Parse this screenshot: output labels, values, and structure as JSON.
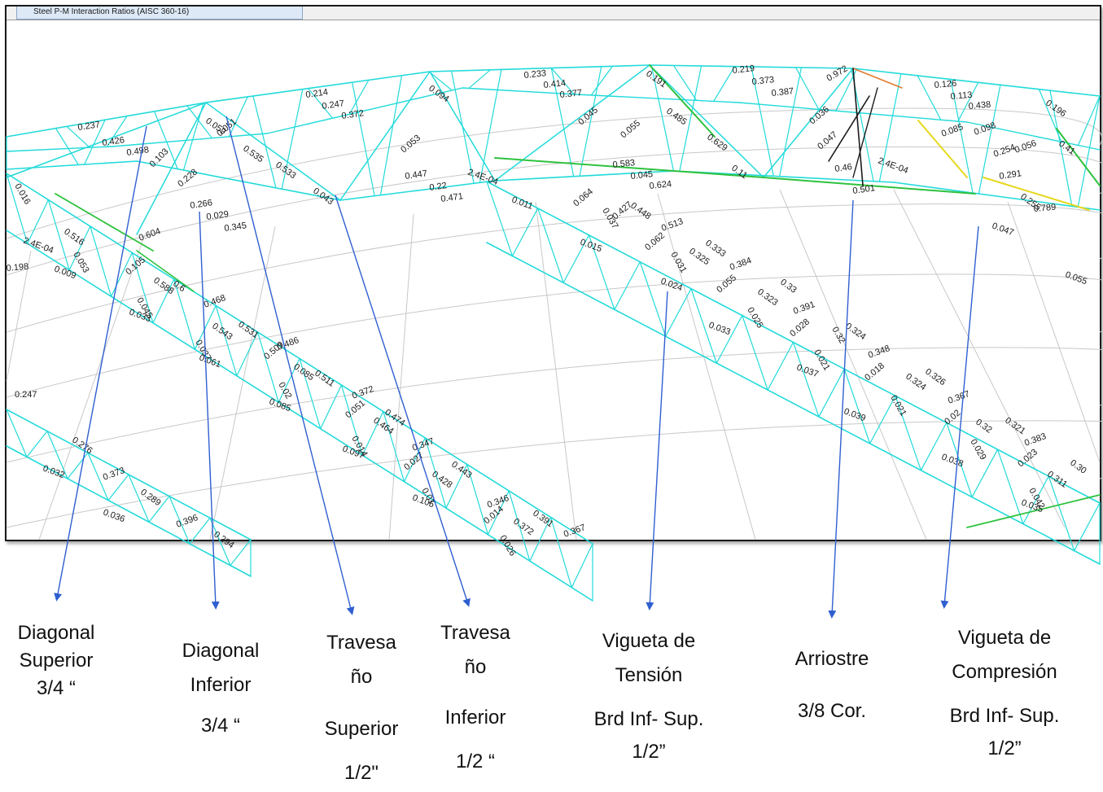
{
  "window": {
    "tab_title": "Steel P-M Interaction Ratios  (AISC 360-16)"
  },
  "colors": {
    "member_low": "#22dada",
    "member_mid": "#2ec23e",
    "member_high": "#e6d81c",
    "member_bracing": "#1a1a1a",
    "grid": "#c8c8c8",
    "callout_arrow": "#2f5fd0"
  },
  "ratio_labels": [
    "0.237",
    "0.426",
    "0.498",
    "0.103",
    "0.214",
    "0.247",
    "0.372",
    "0.059",
    "0.051",
    "0.535",
    "0.533",
    "0.228",
    "0.266",
    "0.029",
    "0.345",
    "0.233",
    "0.414",
    "0.377",
    "0.094",
    "0.045",
    "0.191",
    "0.485",
    "0.629",
    "0.219",
    "0.373",
    "0.387",
    "0.036",
    "0.055",
    "0.053",
    "0.447",
    "0.22",
    "0.471",
    "2.4E-04",
    "0.011",
    "0.583",
    "0.045",
    "0.624",
    "0.11",
    "0.126",
    "0.113",
    "0.438",
    "0.196",
    "0.41",
    "0.972",
    "0.047",
    "0.46",
    "0.501",
    "2.4E-04",
    "0.085",
    "0.098",
    "0.254",
    "0.056",
    "0.291",
    "0.255",
    "0.789",
    "0.047",
    "0.055",
    "0.043",
    "0.064",
    "0.037",
    "0.427",
    "0.448",
    "0.513",
    "0.062",
    "0.031",
    "0.325",
    "0.333",
    "0.015",
    "0.024",
    "0.384",
    "0.055",
    "0.323",
    "0.33",
    "0.025",
    "0.033",
    "0.391",
    "0.028",
    "0.32",
    "0.324",
    "0.021",
    "0.037",
    "0.348",
    "0.018",
    "0.324",
    "0.326",
    "0.021",
    "0.039",
    "0.367",
    "0.02",
    "0.32",
    "0.321",
    "0.029",
    "0.038",
    "0.383",
    "0.023",
    "0.311",
    "0.30",
    "0.042",
    "0.035",
    "2.4E-04",
    "0.009",
    "0.198",
    "0.604",
    "0.105",
    "0.588",
    "0.045",
    "0.6",
    "0.033",
    "0.468",
    "0.543",
    "0.531",
    "0.037",
    "0.061",
    "0.486",
    "0.085",
    "0.509",
    "0.511",
    "0.02",
    "0.085",
    "0.372",
    "0.051",
    "0.464",
    "0.474",
    "0.014",
    "0.097",
    "0.347",
    "0.027",
    "0.428",
    "0.443",
    "0.01",
    "0.105",
    "0.346",
    "0.014",
    "0.372",
    "0.391",
    "0.026",
    "0.367",
    "0.276",
    "0.032",
    "0.373",
    "0.289",
    "0.036",
    "0.396",
    "0.294",
    "0.247",
    "0.016",
    "0.516",
    "0.053"
  ],
  "callouts": [
    {
      "name": "diagonal-superior",
      "lines": [
        "Diagonal",
        "Superior",
        "3/4 “"
      ]
    },
    {
      "name": "diagonal-inferior",
      "lines": [
        "Diagonal",
        "Inferior",
        "3/4 “"
      ]
    },
    {
      "name": "travesano-superior",
      "lines": [
        "Travesa",
        "ño",
        "Superior",
        "1/2\""
      ]
    },
    {
      "name": "travesano-inferior",
      "lines": [
        "Travesa",
        "ño",
        "Inferior",
        "1/2 “"
      ]
    },
    {
      "name": "vigueta-tension",
      "lines": [
        "Vigueta de",
        "Tensión",
        "Brd Inf- Sup.",
        "1/2”"
      ]
    },
    {
      "name": "arriostre",
      "lines": [
        "Arriostre",
        "3/8 Cor."
      ]
    },
    {
      "name": "vigueta-compresion",
      "lines": [
        "Vigueta de",
        "Compresión",
        "Brd Inf- Sup.",
        "1/2”"
      ]
    }
  ]
}
